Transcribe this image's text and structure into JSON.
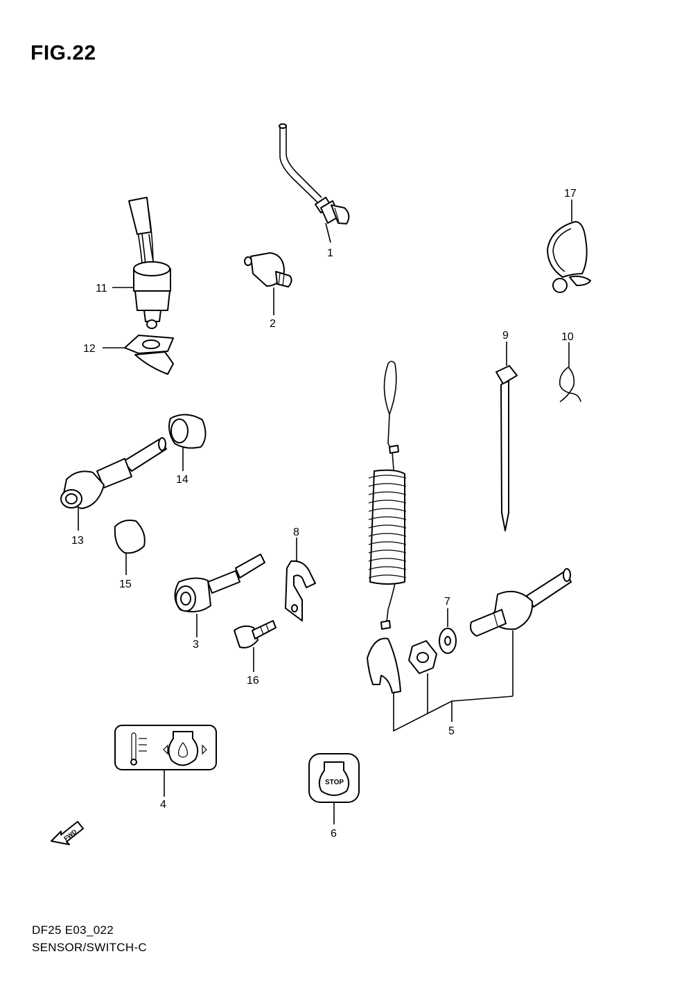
{
  "figure": {
    "title": "FIG.22"
  },
  "footer": {
    "code": "DF25  E03_022",
    "name": "SENSOR/SWITCH-C"
  },
  "callouts": {
    "c1": "1",
    "c2": "2",
    "c3": "3",
    "c4": "4",
    "c5": "5",
    "c6": "6",
    "c7": "7",
    "c8": "8",
    "c9": "9",
    "c10": "10",
    "c11": "11",
    "c12": "12",
    "c13": "13",
    "c14": "14",
    "c15": "15",
    "c16": "16",
    "c17": "17"
  },
  "labels": {
    "stop_plate": "STOP",
    "fwd_arrow": "FWD"
  }
}
